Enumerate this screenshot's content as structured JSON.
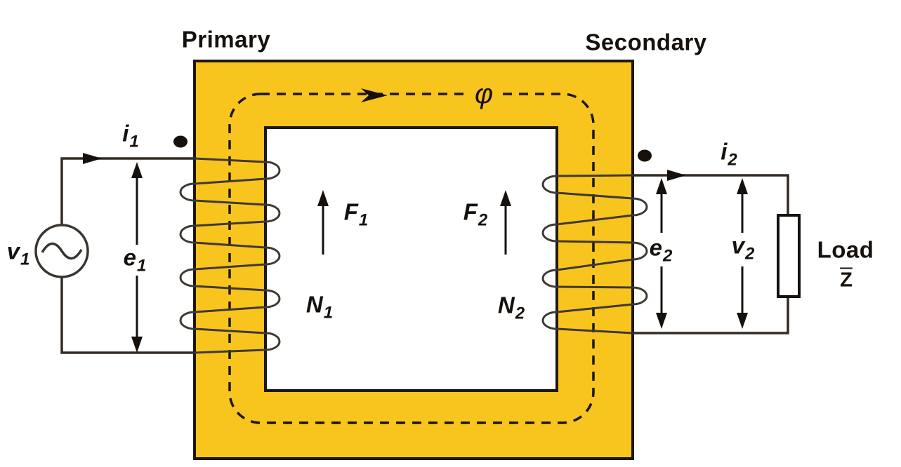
{
  "diagram": {
    "type": "two-winding transformer schematic",
    "labels": {
      "primary": "Primary",
      "secondary": "Secondary",
      "phi": "φ",
      "v1": {
        "base": "v",
        "sub": "1"
      },
      "i1": {
        "base": "i",
        "sub": "1"
      },
      "e1": {
        "base": "e",
        "sub": "1"
      },
      "F1": {
        "base": "F",
        "sub": "1"
      },
      "N1": {
        "base": "N",
        "sub": "1"
      },
      "F2": {
        "base": "F",
        "sub": "2"
      },
      "N2": {
        "base": "N",
        "sub": "2"
      },
      "i2": {
        "base": "i",
        "sub": "2"
      },
      "e2": {
        "base": "e",
        "sub": "2"
      },
      "v2": {
        "base": "v",
        "sub": "2"
      },
      "load": "Load",
      "impedance": "Z"
    },
    "windings": {
      "primary_visible_turns": 5,
      "secondary_visible_turns": 4
    },
    "colors": {
      "core_fill": "#F8C51E",
      "core_border": "#1c1712",
      "wire": "#332c26",
      "coil": "#3f3831",
      "ink": "#16110d"
    }
  }
}
